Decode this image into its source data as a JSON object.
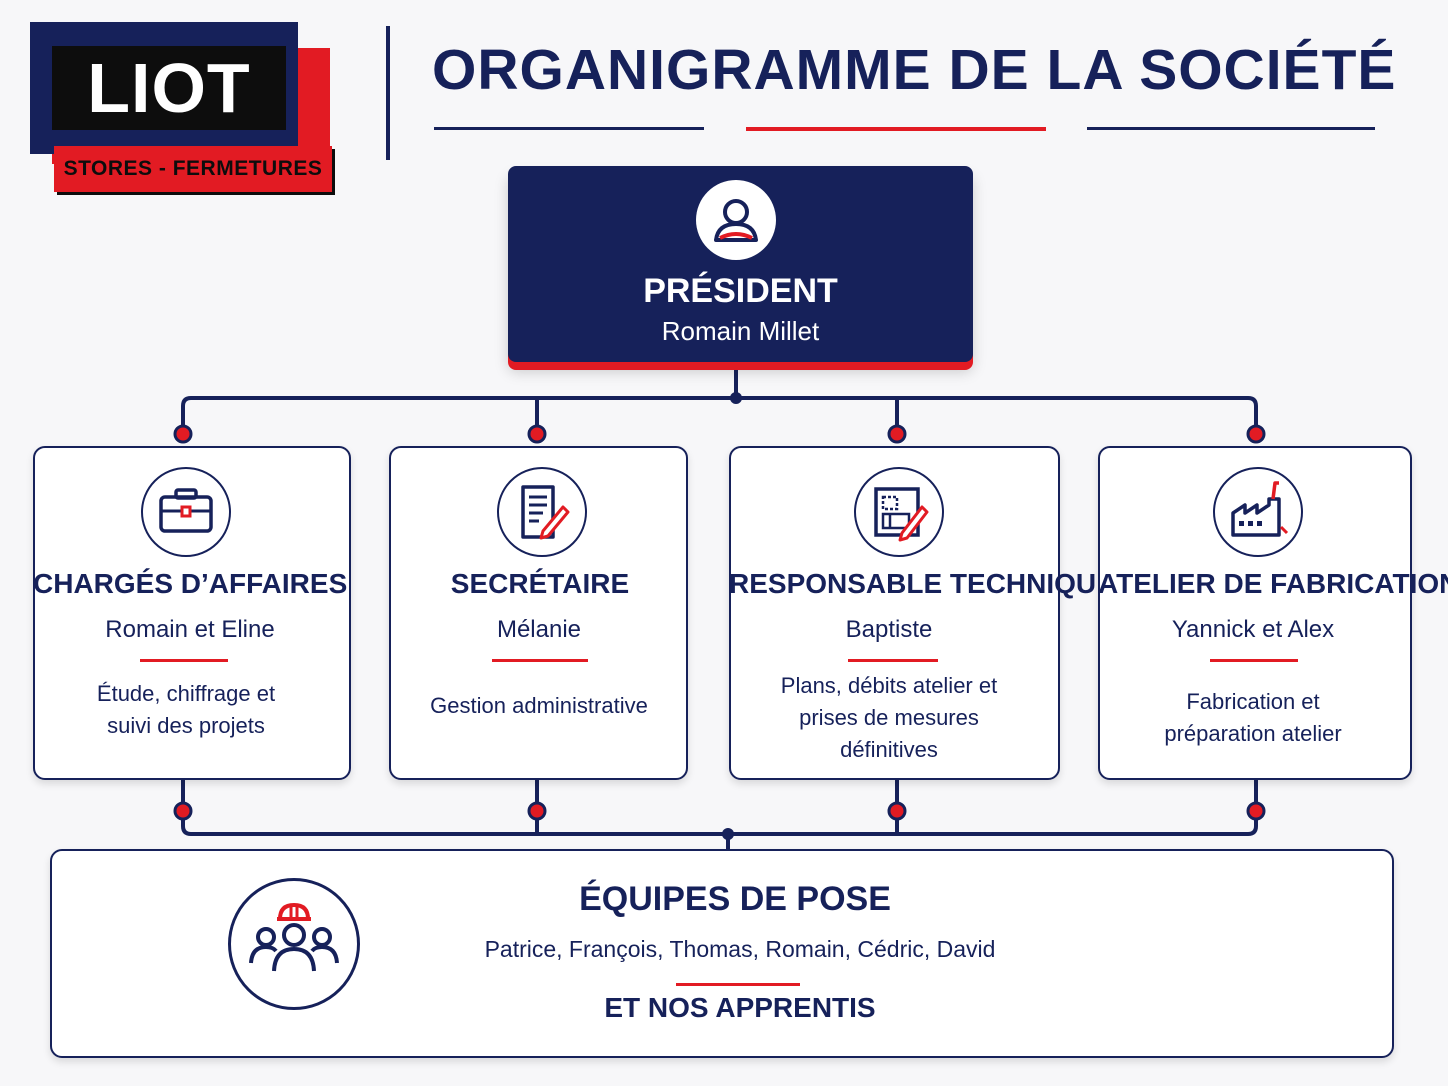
{
  "logo": {
    "name": "LIOT",
    "subtitle": "STORES - FERMETURES"
  },
  "title": "ORGANIGRAMME DE LA SOCIÉTÉ",
  "colors": {
    "navy": "#16215a",
    "red": "#e21b23",
    "background": "#f7f7f9"
  },
  "president": {
    "role": "PRÉSIDENT",
    "name": "Romain Millet",
    "icon": "user-icon"
  },
  "departments": [
    {
      "role": "CHARGÉS D’AFFAIRES",
      "names": "Romain et Eline",
      "desc": [
        "Étude, chiffrage et",
        "suivi des projets"
      ],
      "icon": "briefcase-icon"
    },
    {
      "role": "SECRÉTAIRE",
      "names": "Mélanie",
      "desc": [
        "Gestion administrative"
      ],
      "icon": "document-pen-icon"
    },
    {
      "role": "RESPONSABLE TECHNIQUE",
      "names": "Baptiste",
      "desc": [
        "Plans, débits atelier et",
        "prises de mesures",
        "définitives"
      ],
      "icon": "blueprint-pen-icon"
    },
    {
      "role": "ATELIER DE FABRICATION",
      "names": "Yannick et Alex",
      "desc": [
        "Fabrication et",
        "préparation atelier"
      ],
      "icon": "factory-icon"
    }
  ],
  "teams": {
    "title": "ÉQUIPES DE POSE",
    "members": "Patrice, François, Thomas, Romain, Cédric, David",
    "extra": "ET NOS APPRENTIS",
    "icon": "team-hardhat-icon"
  }
}
